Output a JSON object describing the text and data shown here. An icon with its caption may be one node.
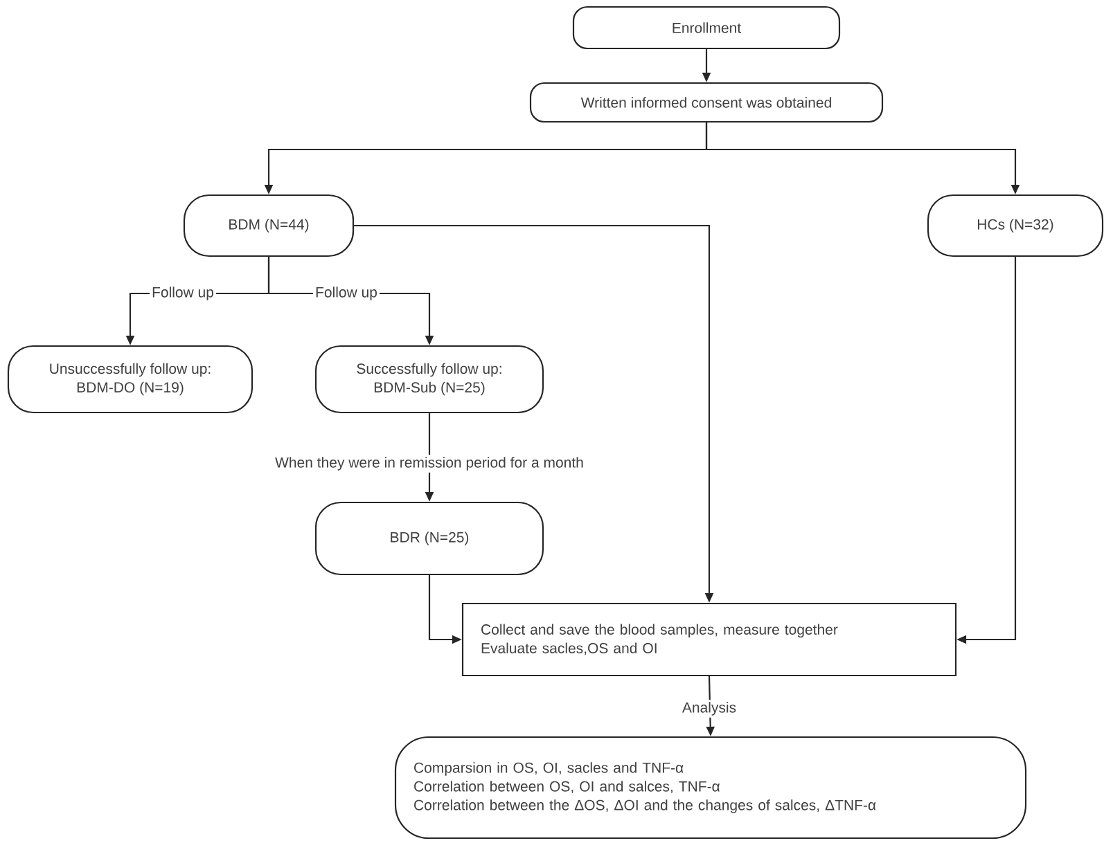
{
  "diagram": {
    "nodes": [
      {
        "text": [
          "Enrollment"
        ]
      },
      {
        "text": [
          "Written informed consent was obtained"
        ]
      },
      {
        "text": [
          "BDM (N=44)"
        ]
      },
      {
        "text": [
          "HCs (N=32)"
        ]
      },
      {
        "text": [
          "Unsuccessfully follow up:",
          "BDM-DO (N=19)"
        ]
      },
      {
        "text": [
          "Successfully follow up:",
          "BDM-Sub (N=25)"
        ]
      },
      {
        "text": [
          "BDR (N=25)"
        ]
      },
      {
        "text": [
          "Collect and save the blood samples, measure together",
          "Evaluate sacles,OS and OI"
        ]
      },
      {
        "text": [
          "Comparsion in OS, OI, sacles and TNF-α",
          "Correlation between OS, OI and salces, TNF-α",
          "Correlation between the ΔOS, ΔOI and the changes of salces, ΔTNF-α"
        ]
      }
    ],
    "edges": [
      {
        "from": 0,
        "to": 1,
        "arrow": "to"
      },
      {
        "from": 1,
        "to": 2,
        "arrow": "to"
      },
      {
        "from": 1,
        "to": 3,
        "arrow": "to"
      },
      {
        "from": 2,
        "to": 4,
        "arrow": "to",
        "label": "Follow up"
      },
      {
        "from": 2,
        "to": 5,
        "arrow": "to",
        "label": "Follow up"
      },
      {
        "from": 5,
        "to": 6,
        "arrow": "to",
        "label": "When they were in remission period for a month"
      },
      {
        "from": 2,
        "to": 7,
        "arrow": "to"
      },
      {
        "from": 6,
        "to": 7,
        "arrow": "to"
      },
      {
        "from": 3,
        "to": 7,
        "arrow": "to"
      },
      {
        "from": 7,
        "to": 8,
        "arrow": "to",
        "label": "Analysis"
      }
    ]
  }
}
